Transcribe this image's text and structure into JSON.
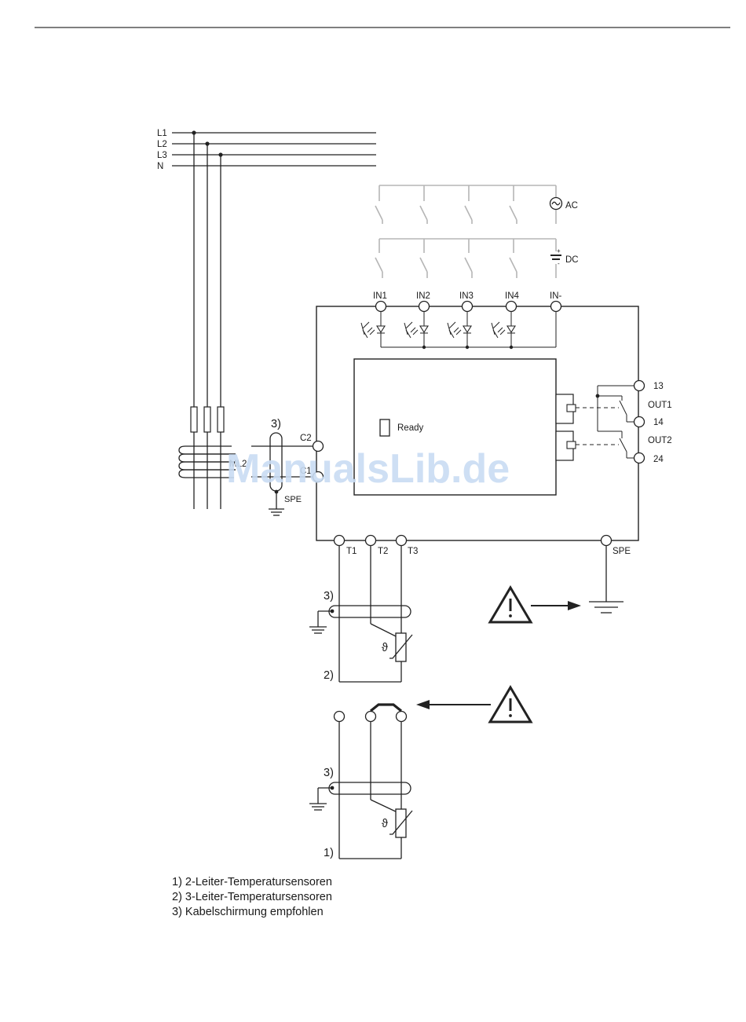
{
  "lines": [
    "L1",
    "L2",
    "L3",
    "N"
  ],
  "supply": {
    "ac": "AC",
    "dc": "DC"
  },
  "inputs": [
    "IN1",
    "IN2",
    "IN3",
    "IN4",
    "IN-"
  ],
  "device": {
    "ready": "Ready",
    "c2": "C2",
    "c1": "C1",
    "ct_label": "ML2",
    "spe": "SPE"
  },
  "outputs": {
    "t13": "13",
    "out1": "OUT1",
    "t14": "14",
    "out2": "OUT2",
    "t24": "24"
  },
  "sensor_terminals": [
    "T1",
    "T2",
    "T3"
  ],
  "spe_bottom": "SPE",
  "refs": {
    "shield": "3)",
    "three_wire": "2)",
    "two_wire": "1)"
  },
  "theta": "ϑ",
  "watermark": "ManualsLib.de",
  "legend": [
    "1) 2-Leiter-Temperatursensoren",
    "2) 3-Leiter-Temperatursensoren",
    "3) Kabelschirmung empfohlen"
  ]
}
